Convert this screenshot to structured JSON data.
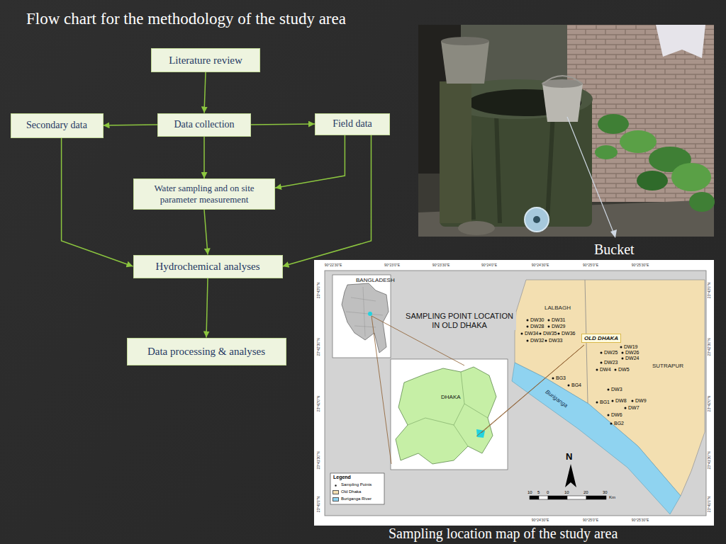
{
  "diagram": {
    "title": "Flow chart for the methodology of the study area",
    "caption": "Sampling location map of the study area",
    "nodes": [
      {
        "text": [
          "Literature review"
        ]
      },
      {
        "text": [
          "Secondary data"
        ]
      },
      {
        "text": [
          "Data collection"
        ]
      },
      {
        "text": [
          "Field data"
        ]
      },
      {
        "text": [
          "Water sampling and on site parameter measurement"
        ]
      },
      {
        "text": [
          "Hydrochemical  analyses"
        ]
      },
      {
        "text": [
          "Data processing & analyses"
        ]
      }
    ],
    "edges": [
      {
        "from": 0,
        "to": 2,
        "arrow": "to"
      },
      {
        "from": 2,
        "to": 1,
        "arrow": "to"
      },
      {
        "from": 2,
        "to": 3,
        "arrow": "to"
      },
      {
        "from": 2,
        "to": 4,
        "arrow": "to"
      },
      {
        "from": 3,
        "to": 4,
        "arrow": "to"
      },
      {
        "from": 1,
        "to": 5,
        "arrow": "to"
      },
      {
        "from": 4,
        "to": 5,
        "arrow": "to"
      },
      {
        "from": 3,
        "to": 5,
        "arrow": "to"
      },
      {
        "from": 5,
        "to": 6,
        "arrow": "to"
      }
    ],
    "labels": [
      "Bucket",
      "BANGLADESH",
      "SAMPLING POINT LOCATION IN OLD DHAKA",
      "DHAKA",
      "LALBAGH",
      "OLD DHAKA",
      "SUTRAPUR",
      "Buriganga",
      "DW30",
      "DW31",
      "DW29",
      "DW28",
      "DW34",
      "DW35",
      "DW36",
      "DW32",
      "DW33",
      "DW19",
      "DW25",
      "DW26",
      "DW24",
      "DW23",
      "DW4",
      "DW5",
      "BG3",
      "BG4",
      "DW3",
      "BG1",
      "DW8",
      "DW9",
      "DW7",
      "DW6",
      "BG2",
      "Legend",
      "N",
      "10",
      "5",
      "0",
      "10",
      "20",
      "30",
      "Km",
      "90°22'30\"E",
      "90°23'0\"E",
      "90°23'30\"E",
      "90°24'0\"E",
      "90°24'30\"E",
      "90°25'0\"E",
      "90°25'30\"E",
      "90°24'30\"E",
      "90°25'0\"E",
      "90°25'30\"E",
      "23°43'0\"N",
      "23°42'30\"N",
      "23°42'0\"N",
      "23°41'30\"N",
      "23°41'0\"N",
      "23°43'0\"N",
      "23°42'30\"N",
      "23°42'0\"N",
      "23°41'30\"N",
      "23°41'0\"N"
    ],
    "legend": [
      {
        "text": "Sampling Points"
      },
      {
        "text": "Old Dhaka",
        "color": "#f3dfb1"
      },
      {
        "text": "Buriganga River",
        "color": "#8fd3f0"
      }
    ]
  }
}
